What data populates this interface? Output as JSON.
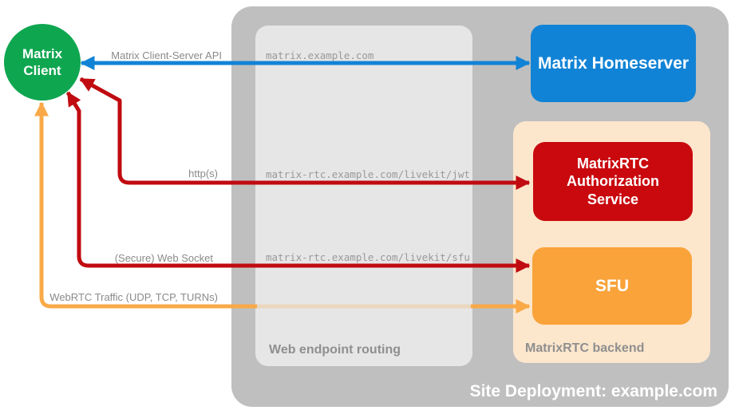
{
  "client": {
    "line1": "Matrix",
    "line2": "Client"
  },
  "homeserver": {
    "label": "Matrix Homeserver"
  },
  "routing": {
    "label": "Web endpoint routing",
    "endpoints": [
      "matrix.example.com",
      "matrix-rtc.example.com/livekit/jwt",
      "matrix-rtc.example.com/livekit/sfu"
    ]
  },
  "backend": {
    "label": "MatrixRTC backend",
    "auth": {
      "line1": "MatrixRTC",
      "line2": "Authorization",
      "line3": "Service"
    },
    "sfu": {
      "label": "SFU"
    }
  },
  "arrows": {
    "client_server": {
      "label": "Matrix Client-Server API",
      "color": "#1183d6"
    },
    "https": {
      "label": "http(s)",
      "color": "#c00b10"
    },
    "websocket": {
      "label": "(Secure) Web Socket",
      "color": "#c00b10"
    },
    "webrtc": {
      "label": "WebRTC Traffic (UDP, TCP, TURNs)",
      "color": "#f9a948"
    }
  },
  "deployment": {
    "label": "Site Deployment: example.com"
  },
  "colors": {
    "client_green": "#0fa650",
    "homeserver_blue": "#1183d6",
    "auth_red": "#c9090e",
    "sfu_orange": "#f9a33a",
    "backend_peach": "#fce6cc",
    "container_gray": "#bfbfbf",
    "routing_gray": "#e6e6e6"
  }
}
